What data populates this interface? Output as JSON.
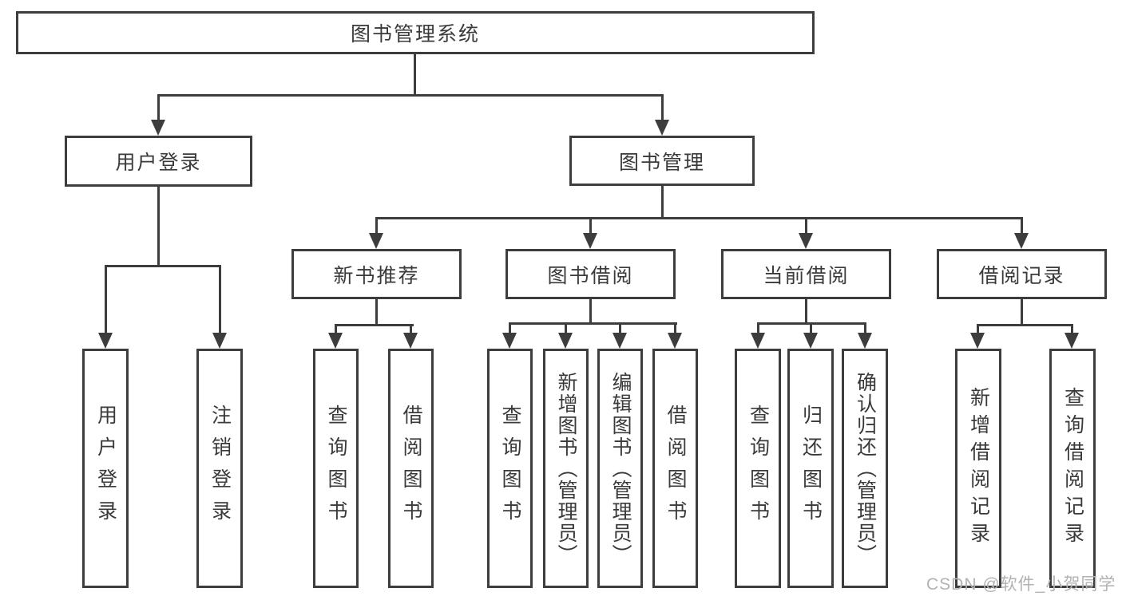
{
  "diagram": {
    "root": {
      "label": "图书管理系统"
    },
    "level2": [
      {
        "label": "用户登录"
      },
      {
        "label": "图书管理"
      }
    ],
    "level3": [
      {
        "label": "新书推荐"
      },
      {
        "label": "图书借阅"
      },
      {
        "label": "当前借阅"
      },
      {
        "label": "借阅记录"
      }
    ],
    "leaves": {
      "user_login": [
        {
          "label": "用户登录"
        },
        {
          "label": "注销登录"
        }
      ],
      "new_book": [
        {
          "label": "查询图书"
        },
        {
          "label": "借阅图书"
        }
      ],
      "borrow": [
        {
          "label": "查询图书"
        },
        {
          "label": "新增图书（管理员）"
        },
        {
          "label": "编辑图书（管理员）"
        },
        {
          "label": "借阅图书"
        }
      ],
      "current": [
        {
          "label": "查询图书"
        },
        {
          "label": "归还图书"
        },
        {
          "label": "确认归还（管理员）"
        }
      ],
      "records": [
        {
          "label": "新增借阅记录"
        },
        {
          "label": "查询借阅记录"
        }
      ]
    },
    "colors": {
      "line": "#3d3d3d",
      "text": "#3a3a3a",
      "background": "#ffffff",
      "watermark": "#b2b2b2"
    },
    "watermark": {
      "text": "CSDN @软件_小贺同学"
    }
  }
}
